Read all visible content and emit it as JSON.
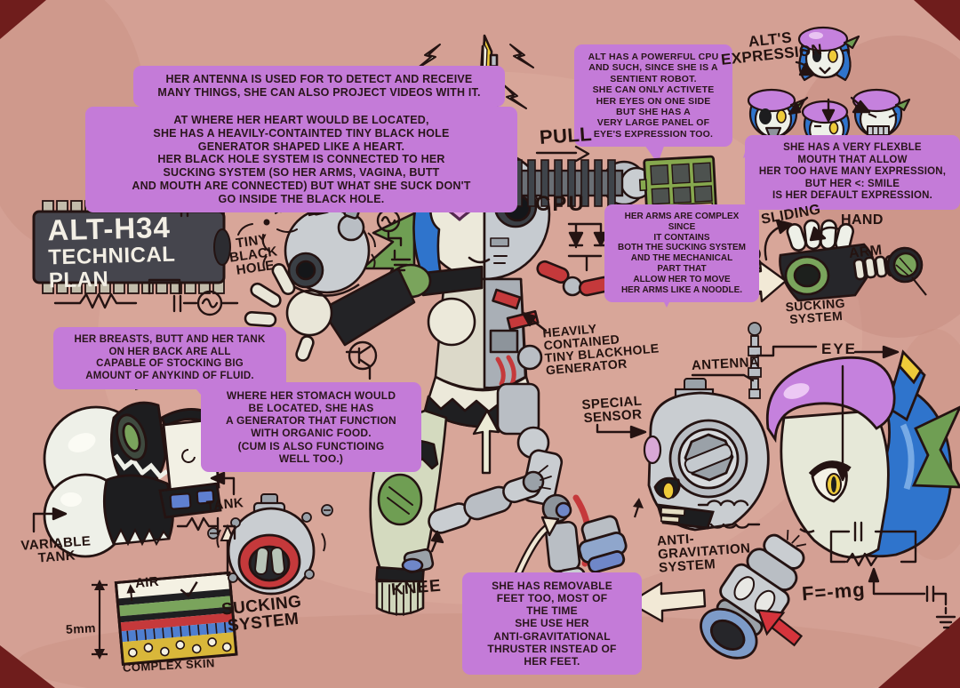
{
  "title": {
    "line1": "ALT-H34",
    "line2": "TECHNICAL PLAN"
  },
  "bubbles": {
    "antenna": "HER ANTENNA IS USED FOR TO DETECT AND RECEIVE\nMANY THINGS, SHE CAN ALSO PROJECT VIDEOS WITH IT.",
    "heart": "AT WHERE HER HEART WOULD BE LOCATED,\nSHE HAS A HEAVILY-CONTAINTED TINY BLACK HOLE\nGENERATOR SHAPED LIKE A HEART.\nHER BLACK HOLE SYSTEM IS CONNECTED TO HER\nSUCKING SYSTEM (SO HER ARMS, VAGINA, BUTT\nAND MOUTH ARE CONNECTED) BUT WHAT SHE SUCK DON'T\nGO INSIDE THE BLACK HOLE.",
    "cpu": "ALT HAS A POWERFUL CPU\nAND SUCH, SINCE SHE IS A\nSENTIENT ROBOT.\nSHE CAN ONLY ACTIVETE\nHER EYES ON ONE SIDE\nBUT SHE HAS A\nVERY LARGE PANEL OF\nEYE'S EXPRESSION TOO.",
    "mouth": "SHE HAS A VERY FLEXBLE\nMOUTH THAT ALLOW\nHER TOO HAVE MANY EXPRESSION,\nBUT HER <: SMILE\nIS HER DEFAULT EXPRESSION.",
    "arms": "HER ARMS ARE COMPLEX SINCE\nIT CONTAINS\nBOTH THE SUCKING SYSTEM\nAND THE MECHANICAL\nPART THAT\nALLOW HER TO MOVE\nHER ARMS LIKE A NOODLE.",
    "fluids": "HER BREASTS, BUTT AND HER TANK\nON HER BACK ARE ALL\nCAPABLE OF STOCKING BIG\nAMOUNT OF ANYKIND OF FLUID.",
    "stomach": "WHERE HER STOMACH WOULD\nBE LOCATED, SHE HAS\nA GENERATOR THAT FUNCTION\nWITH ORGANIC FOOD.\n(CUM IS ALSO FUNCTIOING\nWELL TOO.)",
    "feet": "SHE HAS REMOVABLE\nFEET TOO, MOST OF\nTHE TIME\nSHE USE HER\nANTI-GRAVITATIONAL\nTHRUSTER INSTEAD OF\nHER FEET."
  },
  "labels": {
    "tiny_black_hole": "TINY\nBLACK\nHOLE",
    "pull": "PULL",
    "cpu": "CPU",
    "alts_expression": "ALT'S\nEXPRESSION",
    "sliding": "SLIDING",
    "hand": "HAND",
    "arm": "ARM",
    "sucking_system_arm": "SUCKING\nSYSTEM",
    "heavily_contained": "HEAVILY\nCONTAINED\nTINY BLACKHOLE\nGENERATOR",
    "antenna": "ANTENNA",
    "eye": "EYE",
    "special_sensor": "SPECIAL\nSENSOR",
    "variable_tank": "VARIABLE\nTANK",
    "tank": "TANK",
    "air": "AIR",
    "five_mm": "5mm",
    "complex_skin": "COMPLEX SKIN",
    "sucking_system_bottom": "SUCKING\nSYSTEM",
    "knee": "KNEE",
    "anti_gravitation": "ANTI-\nGRAVITATION\nSYSTEM",
    "formula": "F=-mg"
  },
  "colors": {
    "paper": "#d4a094",
    "bubble": "#c47bd8",
    "ink": "#241312",
    "chip": "#45454d",
    "hair_blue": "#2f74cc",
    "beret_purple": "#c581dd",
    "bow_green": "#6f9e53",
    "mech_grey": "#c9cdd1",
    "accent_red": "#c5393b",
    "accent_yellow": "#eecb3a",
    "ram_green": "#86a84e",
    "nozzle_blue": "#7d9bc8",
    "corner_maroon": "#6f1d1c"
  }
}
